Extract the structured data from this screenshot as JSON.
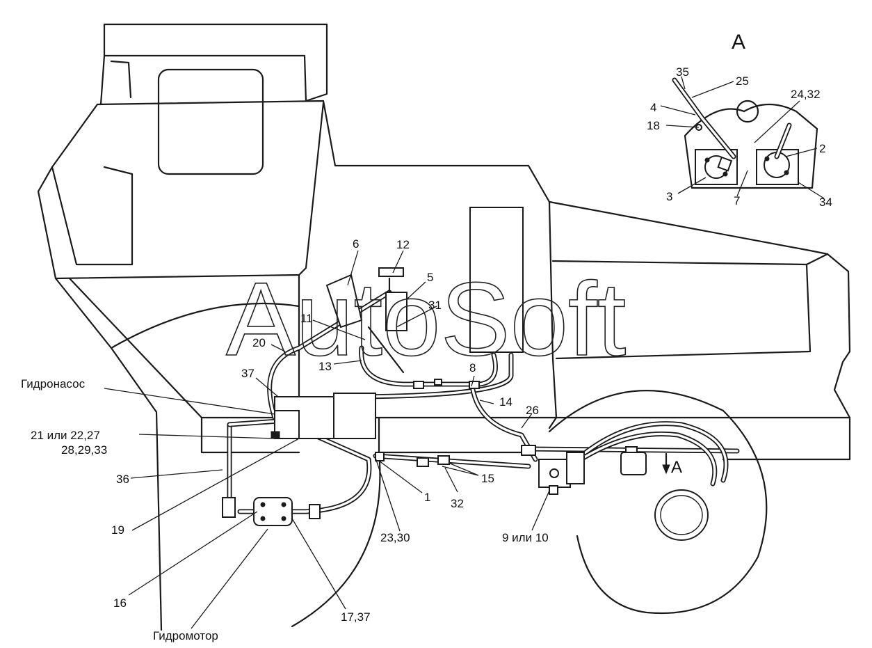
{
  "labels": {
    "view_a_title": "A",
    "view_a_arrow": "A",
    "l35": "35",
    "l25": "25",
    "l24_32": "24,32",
    "l4": "4",
    "l18": "18",
    "l2": "2",
    "l3": "3",
    "l7": "7",
    "l34": "34",
    "l6": "6",
    "l12": "12",
    "l5": "5",
    "l31": "31",
    "l11": "11",
    "l20": "20",
    "l13": "13",
    "l8": "8",
    "l37": "37",
    "l14": "14",
    "l26": "26",
    "pump": "Гидронасос",
    "l21": "21 или 22,27",
    "l28": "28,29,33",
    "l36": "36",
    "l15": "15",
    "l1": "1",
    "l32": "32",
    "l19": "19",
    "l23_30": "23,30",
    "l9_10": "9 или 10",
    "l16": "16",
    "l17_37": "17,37",
    "motor": "Гидромотор"
  },
  "watermark": "AutoSoft"
}
